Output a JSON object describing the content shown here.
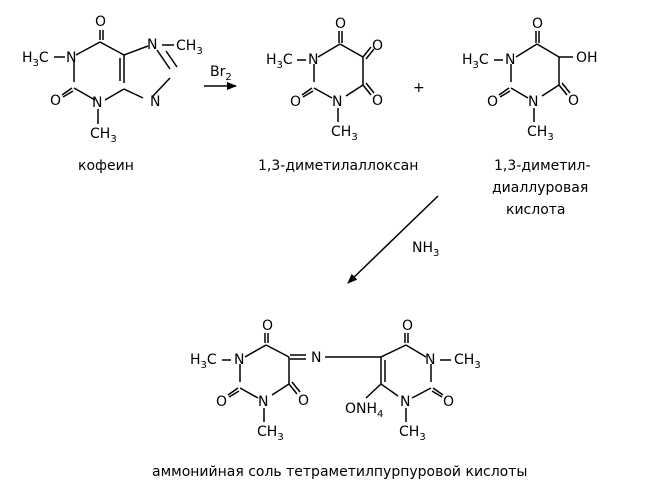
{
  "labels": {
    "caffeine": "кофеин",
    "dimethylalloxan": "1,3-диметилаллоксан",
    "dimethyldialuric_line1": "1,3-диметил-",
    "dimethyldialuric_line2": "диаллуровая",
    "dimethyldialuric_line3": "кислота",
    "ammonium_salt": "аммонийная соль тетраметилпурпуровой кислоты",
    "plus": "+"
  },
  "reagents": {
    "bromine": "Br",
    "bromine_subscript": "2",
    "ammonia": "NH",
    "ammonia_subscript": "3"
  },
  "atoms": {
    "O": "O",
    "N": "N",
    "H": "H",
    "C": "C",
    "OH": "OH",
    "ONH": "ONH",
    "sub3": "3",
    "sub4": "4"
  },
  "colors": {
    "ink": "#000000",
    "background": "#ffffff"
  }
}
